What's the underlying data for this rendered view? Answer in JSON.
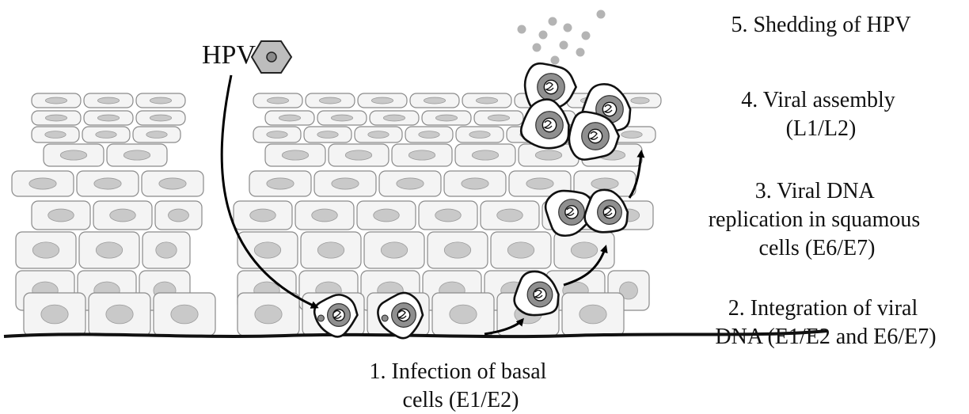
{
  "virus_label": "HPV",
  "steps": {
    "step1": [
      "1. Infection of basal",
      "cells (E1/E2)"
    ],
    "step2": [
      "2. Integration of viral",
      "DNA (E1/E2 and E6/E7)"
    ],
    "step3": [
      "3. Viral DNA",
      "replication in squamous",
      "cells (E6/E7)"
    ],
    "step4": [
      "4. Viral assembly",
      "(L1/L2)"
    ],
    "step5": [
      "5. Shedding of HPV"
    ]
  }
}
